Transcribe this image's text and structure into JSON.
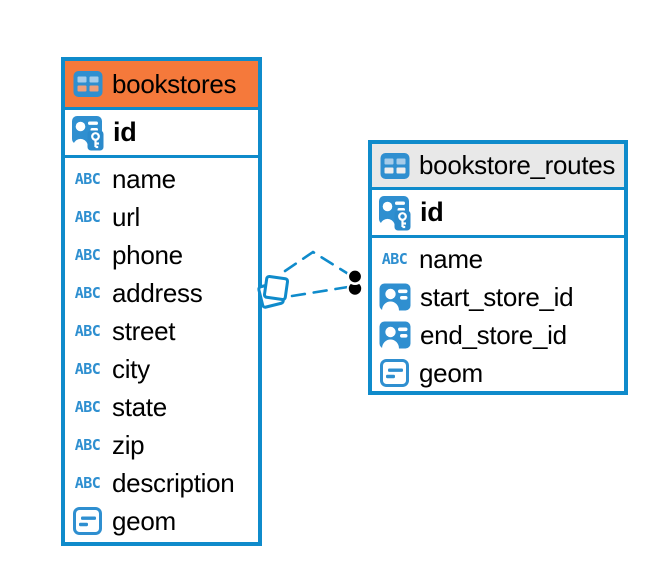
{
  "diagram": {
    "icons": {
      "text_type_label": "ABC"
    },
    "colors": {
      "accent_blue": "#0F8BCB",
      "icon_blue": "#2F8FD0",
      "header_orange": "#F5793B",
      "header_gray": "#E8E8E8",
      "endpoint_black": "#000000",
      "text": "#000000"
    },
    "tables": [
      {
        "name": "bookstores",
        "header_style": "orange",
        "primary_key": "id",
        "columns": [
          {
            "label": "name",
            "type": "text"
          },
          {
            "label": "url",
            "type": "text"
          },
          {
            "label": "phone",
            "type": "text"
          },
          {
            "label": "address",
            "type": "text"
          },
          {
            "label": "street",
            "type": "text"
          },
          {
            "label": "city",
            "type": "text"
          },
          {
            "label": "state",
            "type": "text"
          },
          {
            "label": "zip",
            "type": "text"
          },
          {
            "label": "description",
            "type": "text"
          },
          {
            "label": "geom",
            "type": "geometry"
          }
        ]
      },
      {
        "name": "bookstore_routes",
        "header_style": "gray",
        "primary_key": "id",
        "columns": [
          {
            "label": "name",
            "type": "text"
          },
          {
            "label": "start_store_id",
            "type": "foreign-key"
          },
          {
            "label": "end_store_id",
            "type": "foreign-key"
          },
          {
            "label": "geom",
            "type": "geometry"
          }
        ]
      }
    ],
    "relationship": {
      "from_table": "bookstores",
      "to_table": "bookstore_routes",
      "line_style": "dashed"
    }
  }
}
